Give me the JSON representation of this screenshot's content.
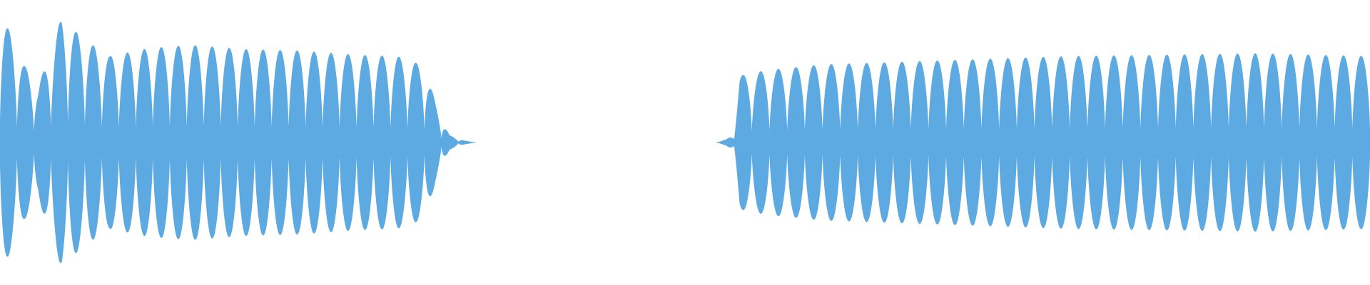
{
  "waveform": {
    "color": "#5DA9E1",
    "background": "#FFFFFF",
    "time_range": [
      0,
      1
    ],
    "amplitude_range": [
      -1,
      1
    ],
    "segments": [
      {
        "name": "segment-1",
        "start": 0.0,
        "end": 0.347,
        "cycles": 28,
        "envelope": [
          [
            0.0,
            0.95
          ],
          [
            0.018,
            0.55
          ],
          [
            0.028,
            0.4
          ],
          [
            0.045,
            0.9
          ],
          [
            0.06,
            0.75
          ],
          [
            0.08,
            0.62
          ],
          [
            0.11,
            0.68
          ],
          [
            0.14,
            0.7
          ],
          [
            0.18,
            0.67
          ],
          [
            0.22,
            0.66
          ],
          [
            0.26,
            0.63
          ],
          [
            0.29,
            0.62
          ],
          [
            0.31,
            0.55
          ],
          [
            0.318,
            0.28
          ],
          [
            0.328,
            0.05
          ],
          [
            0.34,
            0.01
          ],
          [
            0.347,
            0.0
          ]
        ]
      },
      {
        "name": "segment-2",
        "start": 0.523,
        "end": 1.0,
        "cycles": 37,
        "envelope": [
          [
            0.523,
            0.0
          ],
          [
            0.53,
            0.02
          ],
          [
            0.535,
            0.06
          ],
          [
            0.54,
            0.48
          ],
          [
            0.56,
            0.52
          ],
          [
            0.6,
            0.56
          ],
          [
            0.66,
            0.58
          ],
          [
            0.72,
            0.6
          ],
          [
            0.78,
            0.62
          ],
          [
            0.85,
            0.63
          ],
          [
            0.92,
            0.64
          ],
          [
            1.0,
            0.62
          ]
        ]
      }
    ]
  }
}
